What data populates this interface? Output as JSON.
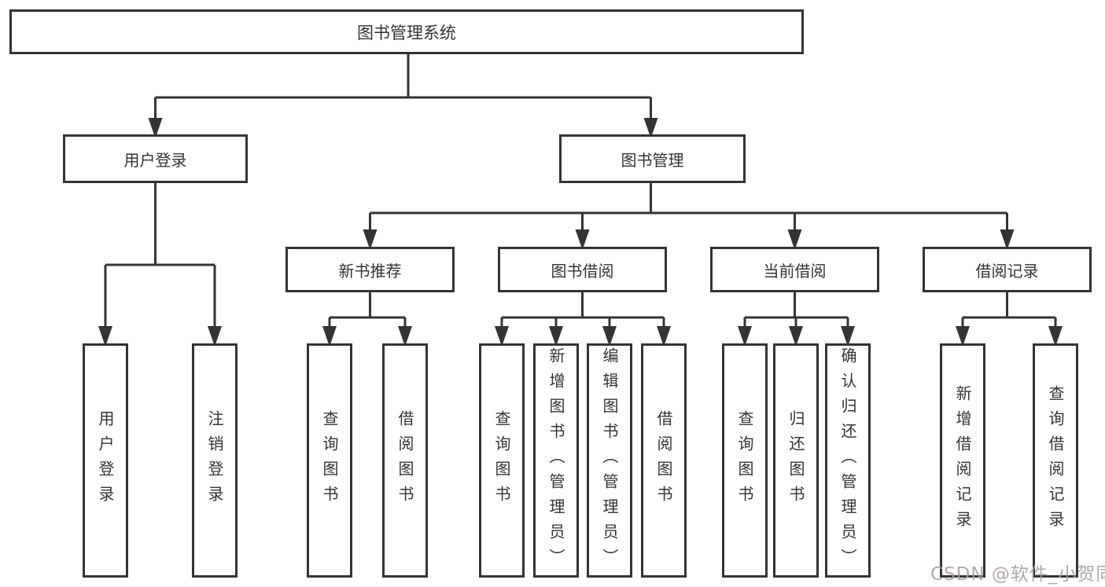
{
  "tree": {
    "label": "图书管理系统",
    "children": [
      {
        "label": "用户登录",
        "children": [
          {
            "label": "用户登录"
          },
          {
            "label": "注销登录"
          }
        ]
      },
      {
        "label": "图书管理",
        "children": [
          {
            "label": "新书推荐",
            "children": [
              {
                "label": "查询图书"
              },
              {
                "label": "借阅图书"
              }
            ]
          },
          {
            "label": "图书借阅",
            "children": [
              {
                "label": "查询图书"
              },
              {
                "label": "新增图书（管理员）"
              },
              {
                "label": "编辑图书（管理员）"
              },
              {
                "label": "借阅图书"
              }
            ]
          },
          {
            "label": "当前借阅",
            "children": [
              {
                "label": "查询图书"
              },
              {
                "label": "归还图书"
              },
              {
                "label": "确认归还（管理员）"
              }
            ]
          },
          {
            "label": "借阅记录",
            "children": [
              {
                "label": "新增借阅记录"
              },
              {
                "label": "查询借阅记录"
              }
            ]
          }
        ]
      }
    ]
  },
  "watermark": {
    "text": "CSDN @软件_小贺同学"
  },
  "colors": {
    "line": "#343434",
    "box_border": "#343434",
    "text": "#333333",
    "watermark": "#a8a0a0",
    "background": "#ffffff"
  }
}
